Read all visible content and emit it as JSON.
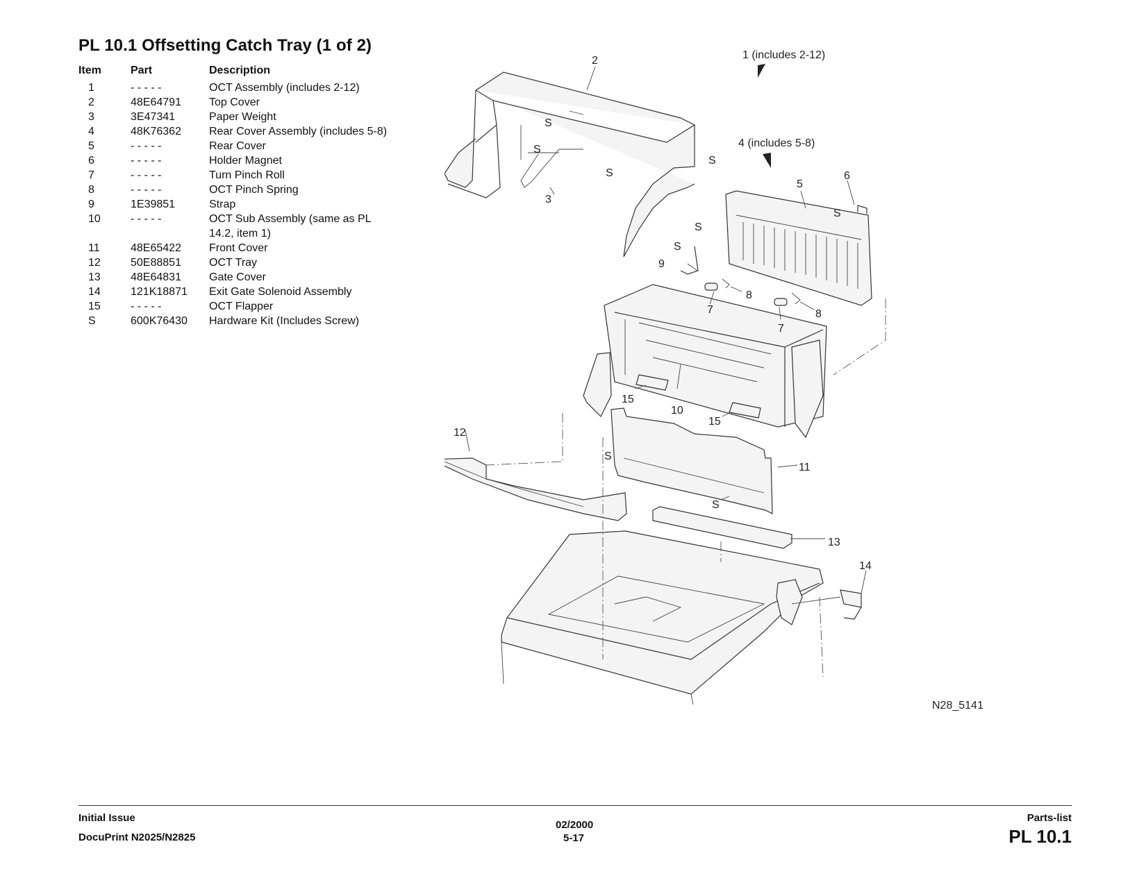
{
  "title": "PL 10.1 Offsetting Catch Tray (1 of 2)",
  "table": {
    "headers": {
      "item": "Item",
      "part": "Part",
      "description": "Description"
    },
    "rows": [
      {
        "item": "1",
        "part": "- - - - -",
        "description": "OCT Assembly (includes 2-12)"
      },
      {
        "item": "2",
        "part": "48E64791",
        "description": "Top Cover"
      },
      {
        "item": "3",
        "part": "3E47341",
        "description": "Paper Weight"
      },
      {
        "item": "4",
        "part": "48K76362",
        "description": "Rear Cover Assembly (includes 5-8)"
      },
      {
        "item": "5",
        "part": "- - - - -",
        "description": "Rear Cover"
      },
      {
        "item": "6",
        "part": "- - - - -",
        "description": "Holder Magnet"
      },
      {
        "item": "7",
        "part": "- - - - -",
        "description": "Turn Pinch Roll"
      },
      {
        "item": "8",
        "part": "- - - - -",
        "description": "OCT Pinch Spring"
      },
      {
        "item": "9",
        "part": "1E39851",
        "description": "Strap"
      },
      {
        "item": "10",
        "part": "- - - - -",
        "description": "OCT Sub Assembly (same as PL 14.2, item 1)"
      },
      {
        "item": "11",
        "part": "48E65422",
        "description": "Front Cover"
      },
      {
        "item": "12",
        "part": "50E88851",
        "description": "OCT Tray"
      },
      {
        "item": "13",
        "part": "48E64831",
        "description": "Gate Cover"
      },
      {
        "item": "14",
        "part": "121K18871",
        "description": "Exit Gate Solenoid Assembly"
      },
      {
        "item": "15",
        "part": "- - - - -",
        "description": "OCT Flapper"
      },
      {
        "item": "S",
        "part": "600K76430",
        "description": "Hardware Kit (Includes Screw)"
      }
    ]
  },
  "diagram": {
    "callouts": {
      "c1": "1 (includes 2-12)",
      "c4": "4 (includes 5-8)",
      "c2": "2",
      "c3": "3",
      "c5": "5",
      "c6": "6",
      "c7a": "7",
      "c7b": "7",
      "c8a": "8",
      "c8b": "8",
      "c9": "9",
      "c10": "10",
      "c11": "11",
      "c12": "12",
      "c13": "13",
      "c14": "14",
      "c15a": "15",
      "c15b": "15",
      "s": "S"
    },
    "figure_id": "N28_5141"
  },
  "footer": {
    "issue": "Initial Issue",
    "product": "DocuPrint N2025/N2825",
    "date": "02/2000",
    "page": "5-17",
    "section": "Parts-list",
    "pl": "PL 10.1"
  }
}
